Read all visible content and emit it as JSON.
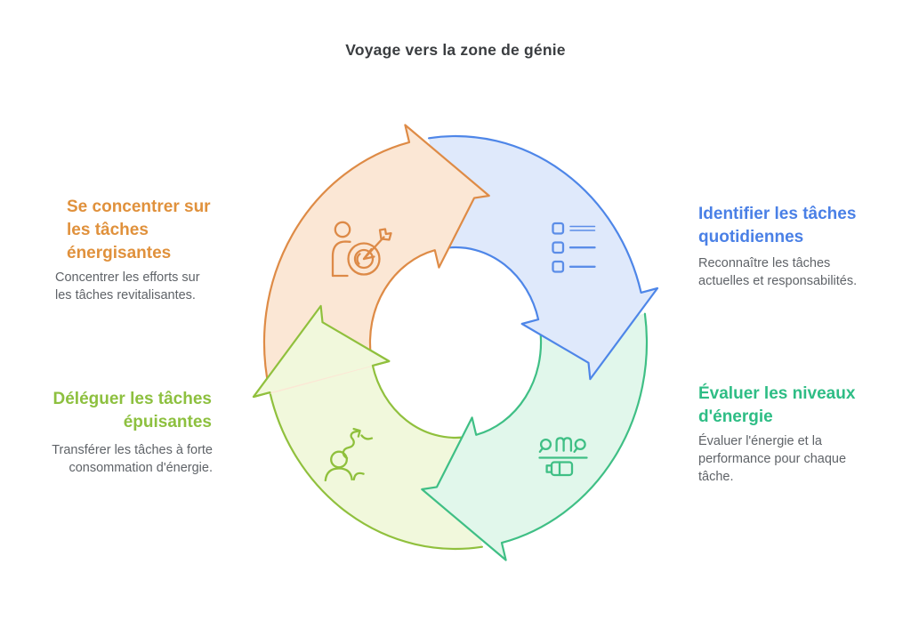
{
  "title": "Voyage vers la zone de génie",
  "steps": [
    {
      "id": "identify",
      "heading": "Identifier les tâches quotidiennes",
      "body": "Reconnaître les tâches actuelles et responsabilités.",
      "heading_color": "#4a80e6",
      "arrow_stroke": "#4e86e8",
      "arrow_fill": "#dfe9fb",
      "icon": "task-list-icon",
      "icon_color": "#5b8de8"
    },
    {
      "id": "evaluate",
      "heading": "Évaluer les niveaux d'énergie",
      "body": "Évaluer l'énergie et la performance pour chaque tâche.",
      "heading_color": "#2ebd85",
      "arrow_stroke": "#3fbf85",
      "arrow_fill": "#e1f7eb",
      "icon": "energy-battery-icon",
      "icon_color": "#3fbf85"
    },
    {
      "id": "delegate",
      "heading": "Déléguer les tâches épuisantes",
      "body": "Transférer les tâches à forte consommation d'énergie.",
      "heading_color": "#8dc03f",
      "arrow_stroke": "#90c03d",
      "arrow_fill": "#f1f8dc",
      "icon": "delegate-person-icon",
      "icon_color": "#8fc03c"
    },
    {
      "id": "focus",
      "heading": "Se concentrer sur les tâches énergisantes",
      "body": "Concentrer les efforts sur les tâches revitalisantes.",
      "heading_color": "#e0913c",
      "arrow_stroke": "#de8b46",
      "arrow_fill": "#fbe7d5",
      "icon": "focus-target-icon",
      "icon_color": "#dd8a47"
    }
  ]
}
